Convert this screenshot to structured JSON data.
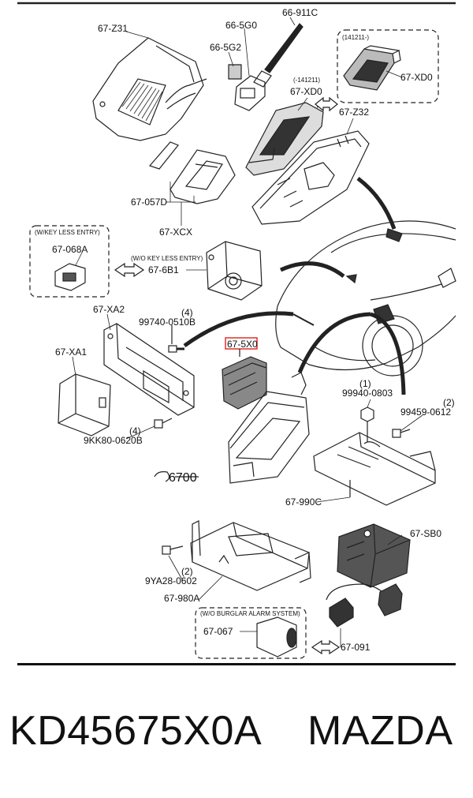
{
  "parts": {
    "z31": "67-Z31",
    "p911c": "66-911C",
    "p5g0": "66-5G0",
    "p5g2": "66-5G2",
    "note141211a": "(141211-)",
    "note141211b": "(-141211)",
    "xd0a": "67-XD0",
    "xd0b": "67-XD0",
    "z32": "67-Z32",
    "p057d": "67-057D",
    "xcx": "67-XCX",
    "wkeyless": "(W/KEY LESS ENTRY)",
    "p068a": "67-068A",
    "wokeyless": "(W/O KEY LESS ENTRY)",
    "p6b1": "67-6B1",
    "xa2": "67-XA2",
    "q4a": "(4)",
    "p99740": "99740-0510B",
    "p5x0": "67-5X0",
    "xa1": "67-XA1",
    "q1": "(1)",
    "p99940": "99940-0803",
    "q2a": "(2)",
    "p99459": "99459-0612",
    "q4b": "(4)",
    "p9kk80": "9KK80-0620B",
    "p6700": "6700",
    "p990c": "67-990C",
    "sb0": "67-SB0",
    "q2b": "(2)",
    "p9ya28": "9YA28-0602",
    "p980a": "67-980A",
    "woburglar": "(W/O BURGLAR ALARM SYSTEM)",
    "p067": "67-067",
    "p091": "67-091"
  },
  "highlight_color": "#e0302a",
  "caption": {
    "part_number": "KD45675X0A",
    "brand": "MAZDA"
  }
}
